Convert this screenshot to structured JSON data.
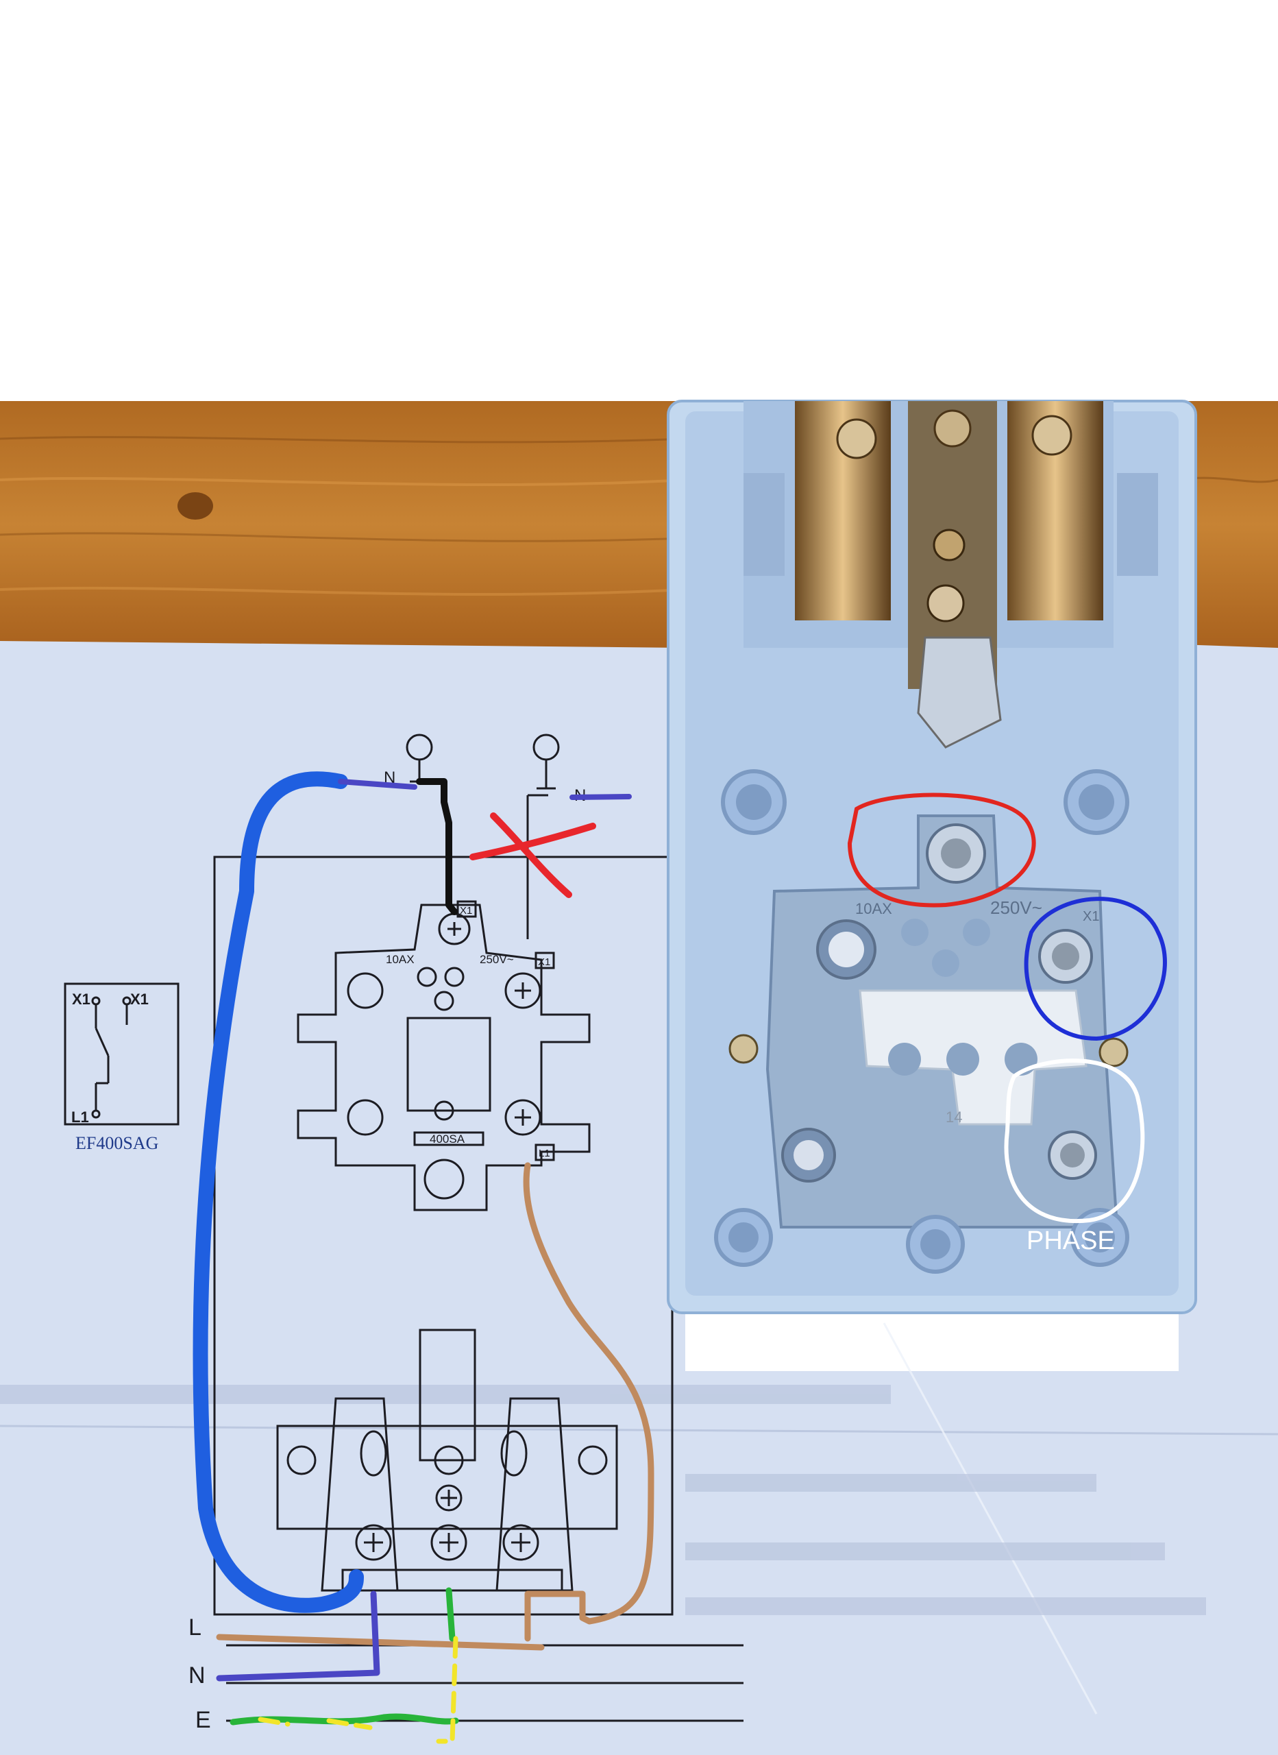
{
  "photo": {
    "schematic": {
      "n_left": "N",
      "n_right": "N",
      "rating_left": "10AX",
      "rating_right": "250V~",
      "tag_x1_top": "X1",
      "tag_x1_side": "X1",
      "tag_l1": "L1",
      "model_plate": "400SA",
      "legend_x1_left": "X1",
      "legend_x1_right": "X1",
      "legend_l1": "L1",
      "legend_model": "EF400SAG",
      "rail_l": "L",
      "rail_n": "N",
      "rail_e": "E"
    },
    "device": {
      "rating_left": "10AX",
      "rating_right": "250V~",
      "tag_x1": "X1",
      "bridge_number": "14",
      "annotation_phase": "PHASE"
    },
    "colors": {
      "wood": "#b8732a",
      "paper": "#d9e3f3",
      "device_body": "#a9c7e8",
      "wire_blue": "#1f5fe0",
      "wire_brown": "#c08a5e",
      "wire_black": "#111111",
      "wire_red": "#e8262c",
      "wire_green": "#28b43a",
      "wire_yellow": "#f2e52a",
      "wire_violet": "#4a46c4",
      "circle_red": "#e2261f",
      "circle_blue": "#1e2fd6",
      "circle_white": "#ffffff"
    }
  }
}
